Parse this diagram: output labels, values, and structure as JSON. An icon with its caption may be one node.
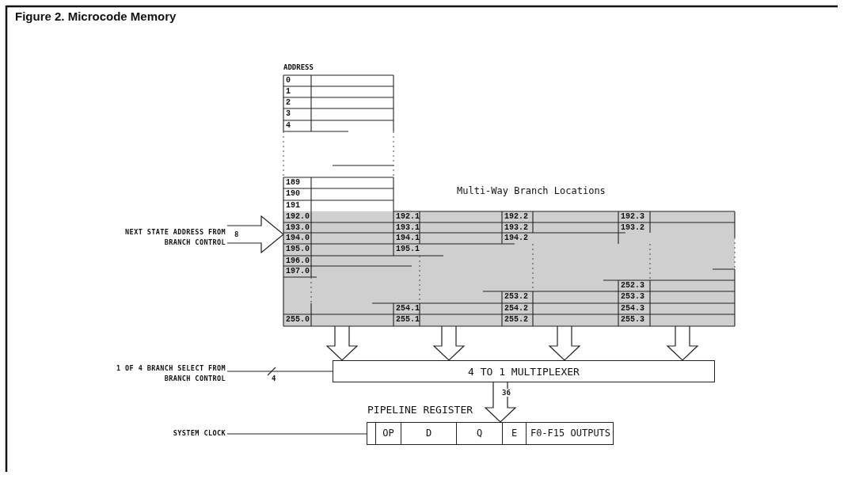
{
  "diagram": {
    "title": "Figure 2. Microcode Memory",
    "nodes": [
      {
        "text": [
          "ADDRESS",
          "Multi-Way Branch Locations"
        ]
      },
      {
        "text": [
          "NEXT STATE ADDRESS FROM BRANCH CONTROL"
        ]
      },
      {
        "text": [
          "1 OF 4 BRANCH SELECT FROM BRANCH CONTROL"
        ]
      },
      {
        "text": [
          "4 TO 1 MULTIPLEXER"
        ]
      },
      {
        "text": [
          "SYSTEM CLOCK"
        ]
      },
      {
        "text": [
          "PIPELINE REGISTER"
        ]
      },
      {
        "text": [
          "OP"
        ],
        "in": 5
      },
      {
        "text": [
          "D"
        ],
        "in": 5
      },
      {
        "text": [
          "Q"
        ],
        "in": 5
      },
      {
        "text": [
          "E"
        ],
        "in": 5
      },
      {
        "text": [
          "F0-F15 OUTPUTS"
        ],
        "in": 5
      }
    ],
    "edges": [
      {
        "from": 1,
        "to": 0,
        "arrow": "to",
        "label": "8",
        "style": "thick"
      },
      {
        "from": 0,
        "to": 3,
        "arrow": "to",
        "style": "thick"
      },
      {
        "from": 0,
        "to": 3,
        "arrow": "to",
        "style": "thick"
      },
      {
        "from": 0,
        "to": 3,
        "arrow": "to",
        "style": "thick"
      },
      {
        "from": 0,
        "to": 3,
        "arrow": "to",
        "style": "thick"
      },
      {
        "from": 2,
        "to": 3,
        "arrow": "to",
        "label": "4"
      },
      {
        "from": 3,
        "to": 5,
        "arrow": "to",
        "label": "36",
        "style": "thick"
      },
      {
        "from": 4,
        "to": 5,
        "arrow": "to"
      }
    ],
    "labels": [
      "0",
      "1",
      "2",
      "3",
      "4",
      "189",
      "190",
      "191",
      "192.0",
      "192.1",
      "192.2",
      "192.3",
      "193.0",
      "193.1",
      "193.2",
      "193.2",
      "194.0",
      "194.1",
      "194.2",
      "195.0",
      "195.1",
      "196.0",
      "197.0",
      "252.3",
      "253.2",
      "253.3",
      "254.1",
      "254.2",
      "254.3",
      "255.0",
      "255.1",
      "255.2",
      "255.3"
    ]
  }
}
